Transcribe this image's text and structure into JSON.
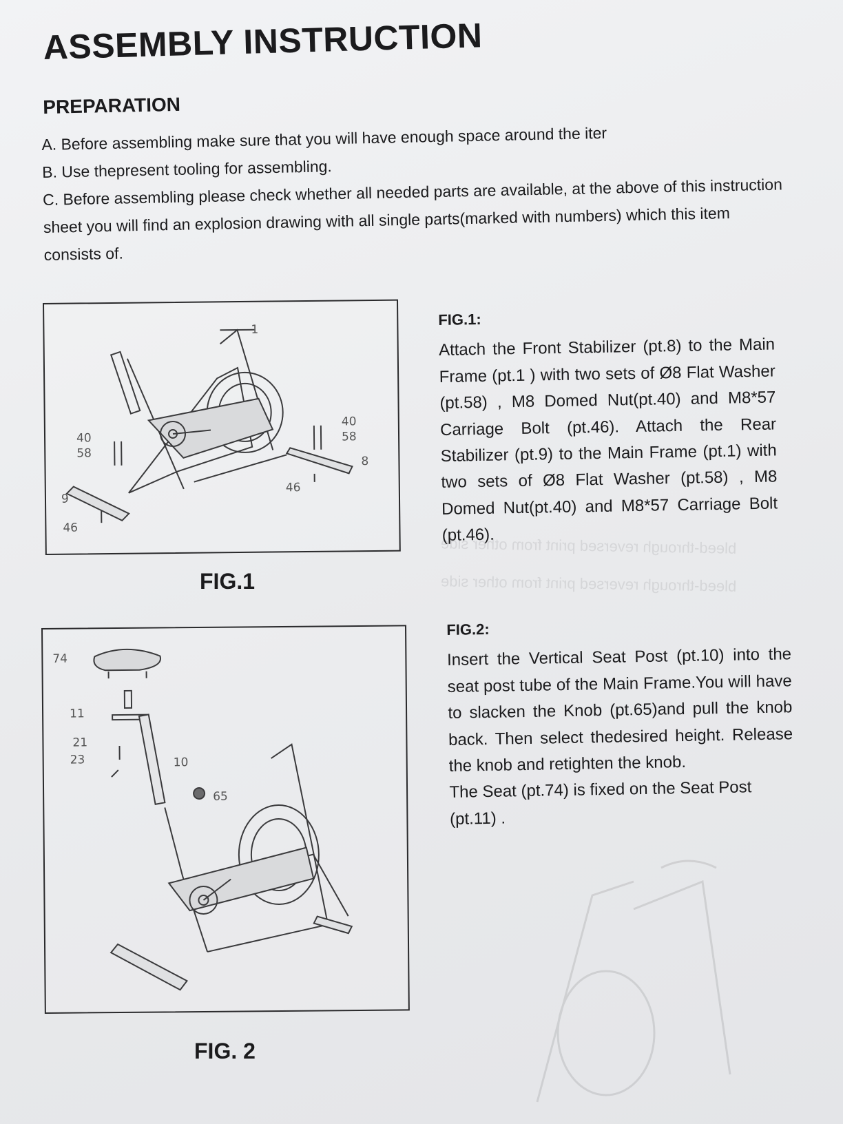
{
  "title": "ASSEMBLY INSTRUCTION",
  "preparation": {
    "heading": "PREPARATION",
    "items": [
      "A. Before assembling make sure that you will have enough space around the iter",
      "B. Use thepresent tooling for assembling.",
      "C. Before assembling please check whether all needed parts are available, at the above of this instruction sheet you will find an explosion drawing with all single parts(marked with numbers) which this item consists of."
    ]
  },
  "figure1": {
    "caption": "FIG.1",
    "heading": "FIG.1:",
    "body": "Attach the Front Stabilizer (pt.8) to the Main Frame (pt.1 ) with two sets of Ø8 Flat Washer (pt.58) , M8 Domed Nut(pt.40) and M8*57 Carriage Bolt (pt.46). Attach the Rear Stabilizer (pt.9) to the Main Frame (pt.1) with two sets of Ø8 Flat Washer (pt.58) , M8 Domed Nut(pt.40) and M8*57 Carriage Bolt (pt.46).",
    "labels": [
      "1",
      "40",
      "58",
      "40",
      "58",
      "8",
      "46",
      "9",
      "46"
    ]
  },
  "figure2": {
    "caption": "FIG. 2",
    "heading": "FIG.2:",
    "body": "Insert the Vertical Seat Post (pt.10) into the seat post tube of the Main Frame.You will have to slacken the Knob (pt.65)and pull the knob back. Then select thedesired height. Release the knob and retighten the knob.",
    "note": "The Seat (pt.74) is fixed on the Seat Post (pt.11) .",
    "labels": [
      "74",
      "11",
      "21",
      "23",
      "10",
      "65"
    ]
  }
}
